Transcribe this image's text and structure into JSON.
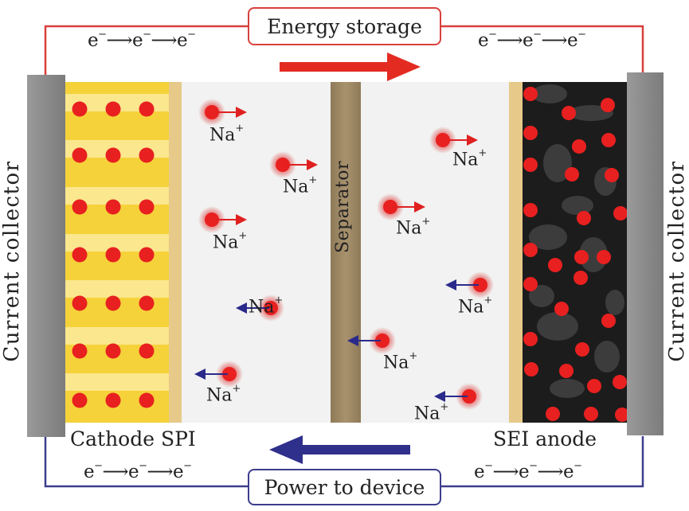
{
  "top_label": "Energy storage",
  "bottom_label": "Power to device",
  "left_collector_label": "Current collector",
  "right_collector_label": "Current collector",
  "separator_label": "Separator",
  "cathode_label": "Cathode SPI",
  "anode_label": "SEI anode",
  "electron_flow": {
    "base": "e",
    "charge": "−"
  },
  "ion": {
    "base": "Na",
    "charge": "+"
  },
  "colors": {
    "charge_wire": "#d8403c",
    "discharge_wire": "#3d3d8e",
    "ion_red": "#e82020",
    "collector_gray": "#8f8f8f",
    "cathode_yellow": "#f5d23a",
    "anode_black": "#1c1c1c",
    "separator_brown": "#a08a66",
    "electrolyte": "#f1f2f1"
  },
  "ions": [
    {
      "direction": "right"
    },
    {
      "direction": "right"
    },
    {
      "direction": "right"
    },
    {
      "direction": "left"
    },
    {
      "direction": "left"
    },
    {
      "direction": "right"
    },
    {
      "direction": "right"
    },
    {
      "direction": "left"
    },
    {
      "direction": "left"
    },
    {
      "direction": "left"
    }
  ]
}
